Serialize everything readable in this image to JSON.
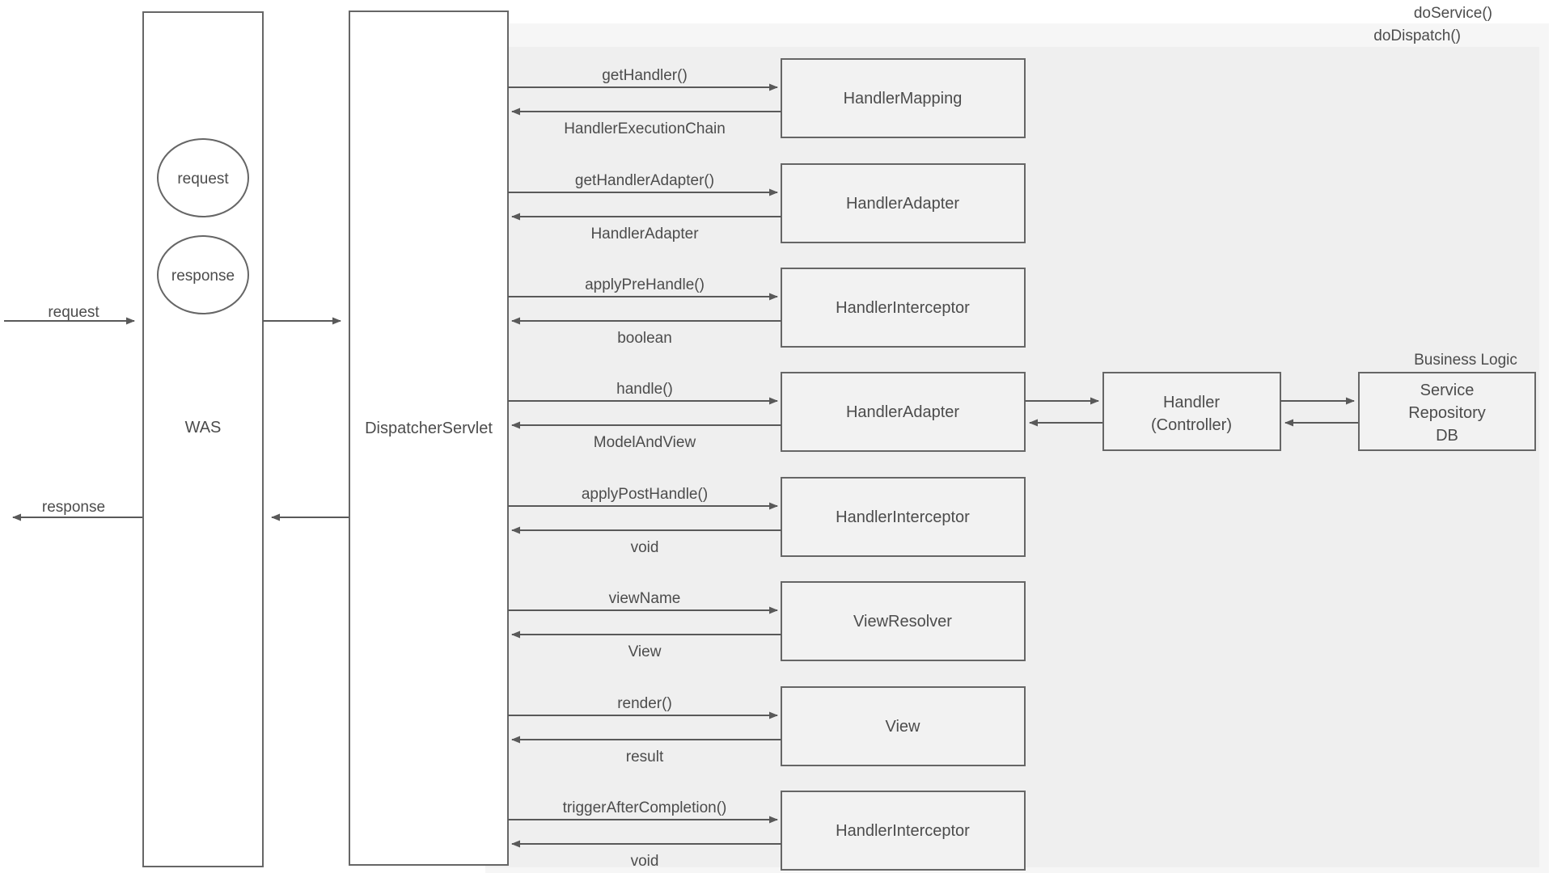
{
  "diagram": {
    "scopes": {
      "do_service": {
        "label": "doService()"
      },
      "do_dispatch": {
        "label": "doDispatch()"
      }
    },
    "external": {
      "request_label": "request",
      "response_label": "response"
    },
    "lifelines": {
      "was": {
        "label": "WAS",
        "objects": [
          {
            "label": "request"
          },
          {
            "label": "response"
          }
        ]
      },
      "dispatcher": {
        "label": "DispatcherServlet"
      }
    },
    "calls": [
      {
        "target": "HandlerMapping",
        "call": "getHandler()",
        "return": "HandlerExecutionChain"
      },
      {
        "target": "HandlerAdapter",
        "call": "getHandlerAdapter()",
        "return": "HandlerAdapter"
      },
      {
        "target": "HandlerInterceptor",
        "call": "applyPreHandle()",
        "return": "boolean"
      },
      {
        "target": "HandlerAdapter",
        "call": "handle()",
        "return": "ModelAndView"
      },
      {
        "target": "HandlerInterceptor",
        "call": "applyPostHandle()",
        "return": "void"
      },
      {
        "target": "ViewResolver",
        "call": "viewName",
        "return": "View"
      },
      {
        "target": "View",
        "call": "render()",
        "return": "result"
      },
      {
        "target": "HandlerInterceptor",
        "call": "triggerAfterCompletion()",
        "return": "void"
      }
    ],
    "handler": {
      "line1": "Handler",
      "line2": "(Controller)"
    },
    "business_logic": {
      "title": "Business Logic",
      "lines": [
        "Service",
        "Repository",
        "DB"
      ]
    },
    "colors": {
      "stroke": "#666666",
      "arrow": "#595959",
      "text": "#4c4c4c",
      "scope_outer": "#f6f6f6",
      "scope_inner": "#efefef",
      "box_fill": "#f2f2f2",
      "lifeline_fill": "#ffffff"
    }
  }
}
